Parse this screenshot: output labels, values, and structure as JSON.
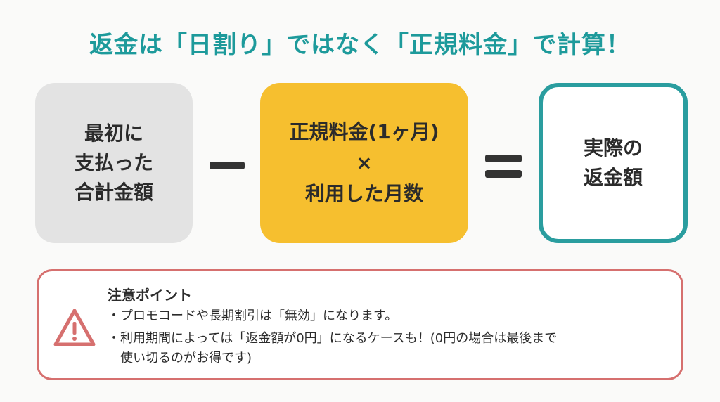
{
  "title": "返金は「日割り」ではなく「正規料金」で計算！",
  "formula": {
    "box1": [
      "最初に",
      "支払った",
      "合計金額"
    ],
    "box2": [
      "正規料金(1ヶ月)",
      "×",
      "利用した月数"
    ],
    "box3": [
      "実際の",
      "返金額"
    ]
  },
  "note": {
    "heading": "注意ポイント",
    "items": [
      "・プロモコードや長期割引は「無効」になります。",
      "・利用期間によっては「返金額が0円」になるケースも！(0円の場合は最後まで",
      "使い切るのがお得です)"
    ]
  },
  "colors": {
    "accent": "#1d9a9b",
    "yellow": "#f6bf2f",
    "gray": "#e3e3e3",
    "warning": "#d6706f"
  }
}
